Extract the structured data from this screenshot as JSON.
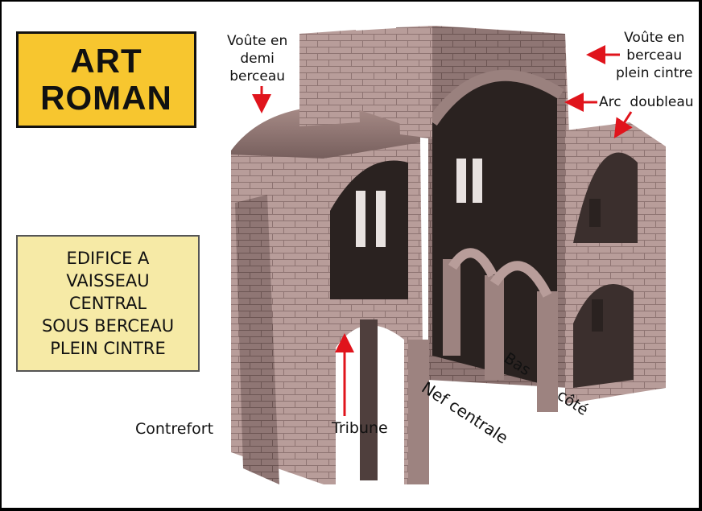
{
  "title": {
    "line1": "ART",
    "line2": "ROMAN"
  },
  "description": {
    "lines": [
      "EDIFICE A",
      "VAISSEAU",
      "CENTRAL",
      "SOUS BERCEAU",
      "PLEIN CINTRE"
    ]
  },
  "labels": {
    "voute_demi": [
      "Voûte en",
      "demi",
      "berceau"
    ],
    "voute_plein": [
      "Voûte en",
      "berceau",
      "plein cintre"
    ],
    "arc_doubleau": "Arc  doubleau",
    "contrefort": "Contrefort",
    "tribune": "Tribune",
    "nef_centrale": "Nef centrale",
    "bas": "Bas",
    "cote": "côté"
  },
  "colors": {
    "title_bg": "#f7c62f",
    "desc_bg": "#f6eaa6",
    "arrow": "#e0141c",
    "stone": "#b89d9a",
    "stone_dark": "#7c6462",
    "stone_shadow": "#4a3a38"
  }
}
